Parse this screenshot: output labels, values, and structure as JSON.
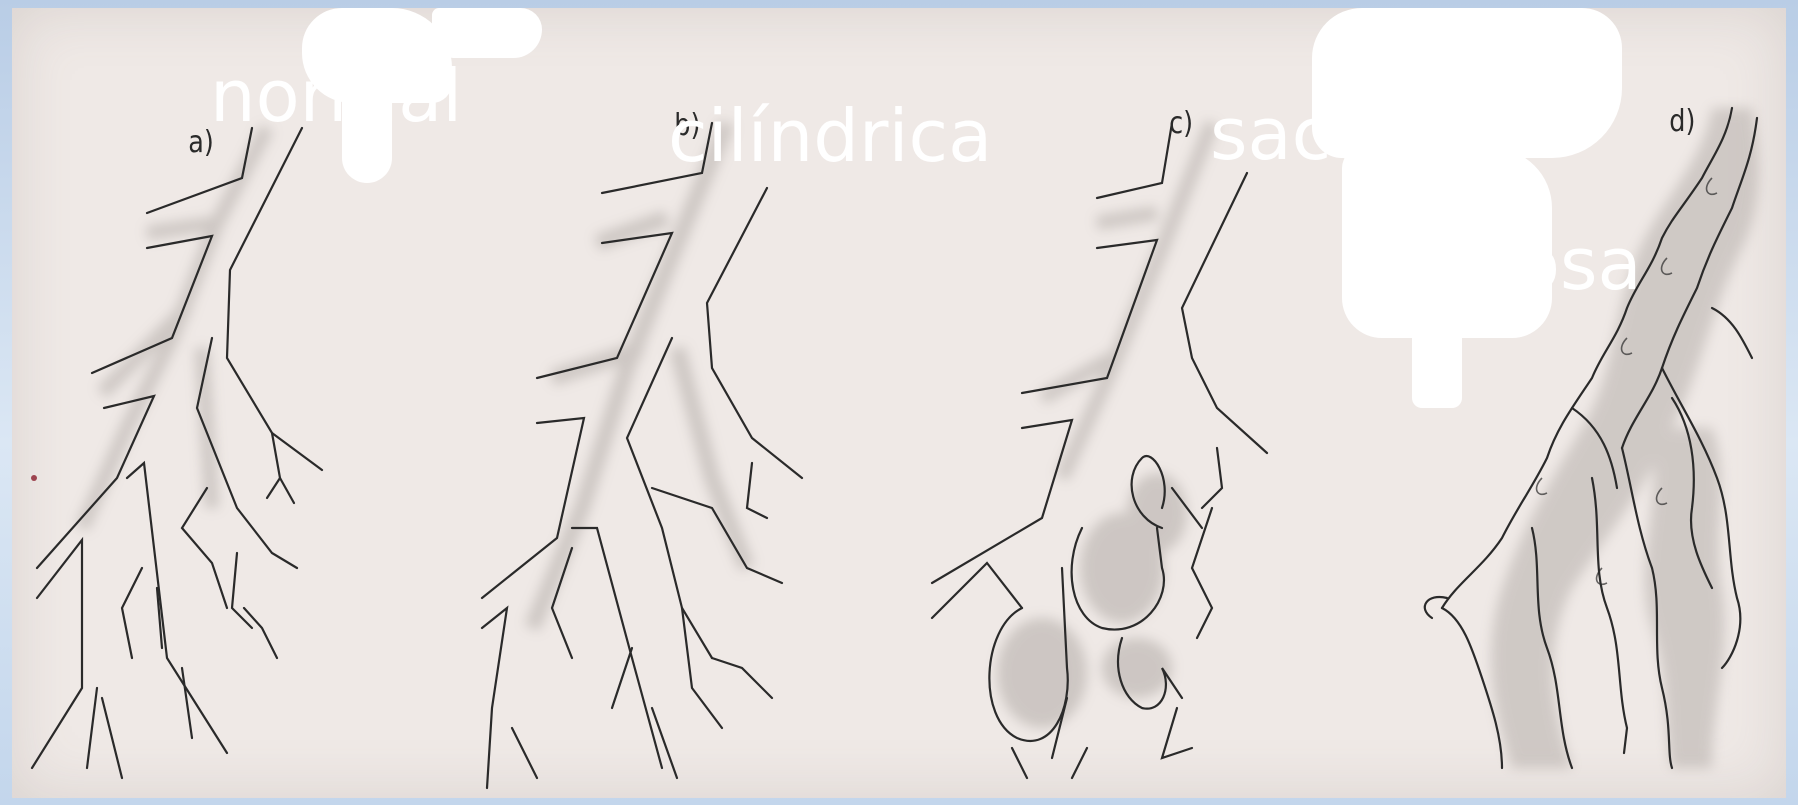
{
  "panels": [
    {
      "letter": "a)",
      "caption": "normal"
    },
    {
      "letter": "b)",
      "caption": "cilíndrica"
    },
    {
      "letter": "c)",
      "caption": "sacular"
    },
    {
      "letter": "d)",
      "caption": "varicosa"
    }
  ],
  "colors": {
    "paper": "#efe9e6",
    "ink": "#2a2a2a",
    "shade": "#8f8883",
    "caption": "#ffffff",
    "frame": "#c3d6ec"
  }
}
